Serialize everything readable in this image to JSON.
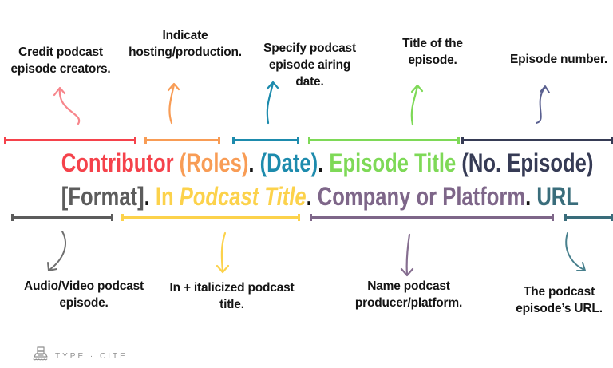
{
  "citation": {
    "line1": [
      {
        "text": "Contributor",
        "meaning": "contributor"
      },
      {
        "text": " (Roles)",
        "meaning": "roles"
      },
      {
        "text": ".",
        "meaning": "period"
      },
      {
        "text": " (Date)",
        "meaning": "date"
      },
      {
        "text": ".",
        "meaning": "period"
      },
      {
        "text": " Episode Title",
        "meaning": "episode-title"
      },
      {
        "text": " (No. Episode)",
        "meaning": "episode-number"
      }
    ],
    "line2": [
      {
        "text": "[Format]",
        "meaning": "format"
      },
      {
        "text": ".",
        "meaning": "period"
      },
      {
        "text": " In ",
        "meaning": "in"
      },
      {
        "text": "Podcast Title",
        "meaning": "podcast-title"
      },
      {
        "text": ".",
        "meaning": "period"
      },
      {
        "text": " Company or Platform",
        "meaning": "company-platform"
      },
      {
        "text": ".",
        "meaning": "period"
      },
      {
        "text": " URL",
        "meaning": "url"
      }
    ]
  },
  "annotations_top": [
    {
      "id": "credit-creators",
      "lines": [
        "Credit podcast",
        "episode creators."
      ]
    },
    {
      "id": "hosting-production",
      "lines": [
        "Indicate",
        "hosting/production."
      ]
    },
    {
      "id": "airing-date",
      "lines": [
        "Specify podcast",
        "episode airing",
        "date."
      ]
    },
    {
      "id": "title-of-episode",
      "lines": [
        "Title of the",
        "episode."
      ]
    },
    {
      "id": "episode-number",
      "lines": [
        "Episode number."
      ]
    }
  ],
  "annotations_bottom": [
    {
      "id": "format-note",
      "lines": [
        "Audio/Video podcast",
        "episode."
      ]
    },
    {
      "id": "italic-title-note",
      "lines": [
        "In + italicized podcast",
        "title."
      ]
    },
    {
      "id": "producer-note",
      "lines": [
        "Name podcast",
        "producer/platform."
      ]
    },
    {
      "id": "url-note",
      "lines": [
        "The podcast",
        "episode’s URL."
      ]
    }
  ],
  "brand": {
    "logo_text": "TYPE · CITE"
  },
  "colors": {
    "red": "#f5424b",
    "orange": "#f89c55",
    "teal": "#1d8bad",
    "green": "#7ed957",
    "navy": "#363b55",
    "gray": "#5c5c5c",
    "yellow": "#fcd24b",
    "purple": "#7e6689",
    "url_teal": "#3a6d7b",
    "text_black": "#141414"
  }
}
